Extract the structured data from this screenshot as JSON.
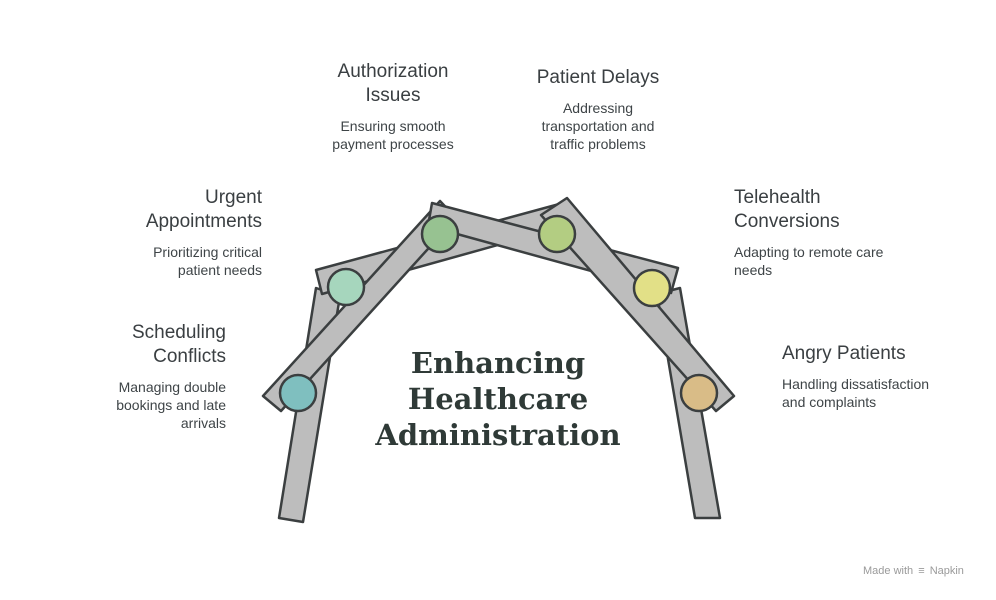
{
  "title": "Enhancing Healthcare Administration",
  "title_lines": [
    "Enhancing",
    "Healthcare",
    "Administration"
  ],
  "colors": {
    "beam_fill": "#bdbdbd",
    "beam_stroke": "#3b3f40",
    "background": "#ffffff",
    "title_color": "#2f3a37"
  },
  "items": [
    {
      "title_lines": [
        "Scheduling",
        "Conflicts"
      ],
      "description_lines": [
        "Managing double",
        "bookings and late",
        "arrivals"
      ],
      "color": "#7fbfbf"
    },
    {
      "title_lines": [
        "Urgent",
        "Appointments"
      ],
      "description_lines": [
        "Prioritizing critical",
        "patient needs"
      ],
      "color": "#a6d6bd"
    },
    {
      "title_lines": [
        "Authorization",
        "Issues"
      ],
      "description_lines": [
        "Ensuring smooth",
        "payment processes"
      ],
      "color": "#97c291"
    },
    {
      "title_lines": [
        "Patient Delays"
      ],
      "description_lines": [
        "Addressing",
        "transportation and",
        "traffic problems"
      ],
      "color": "#b3cd82"
    },
    {
      "title_lines": [
        "Telehealth",
        "Conversions"
      ],
      "description_lines": [
        "Adapting to remote care",
        "needs"
      ],
      "color": "#e2e087"
    },
    {
      "title_lines": [
        "Angry Patients"
      ],
      "description_lines": [
        "Handling dissatisfaction",
        "and complaints"
      ],
      "color": "#d9bc87"
    }
  ],
  "watermark": {
    "prefix": "Made with",
    "icon": "napkin-logo-icon",
    "brand": "Napkin"
  }
}
